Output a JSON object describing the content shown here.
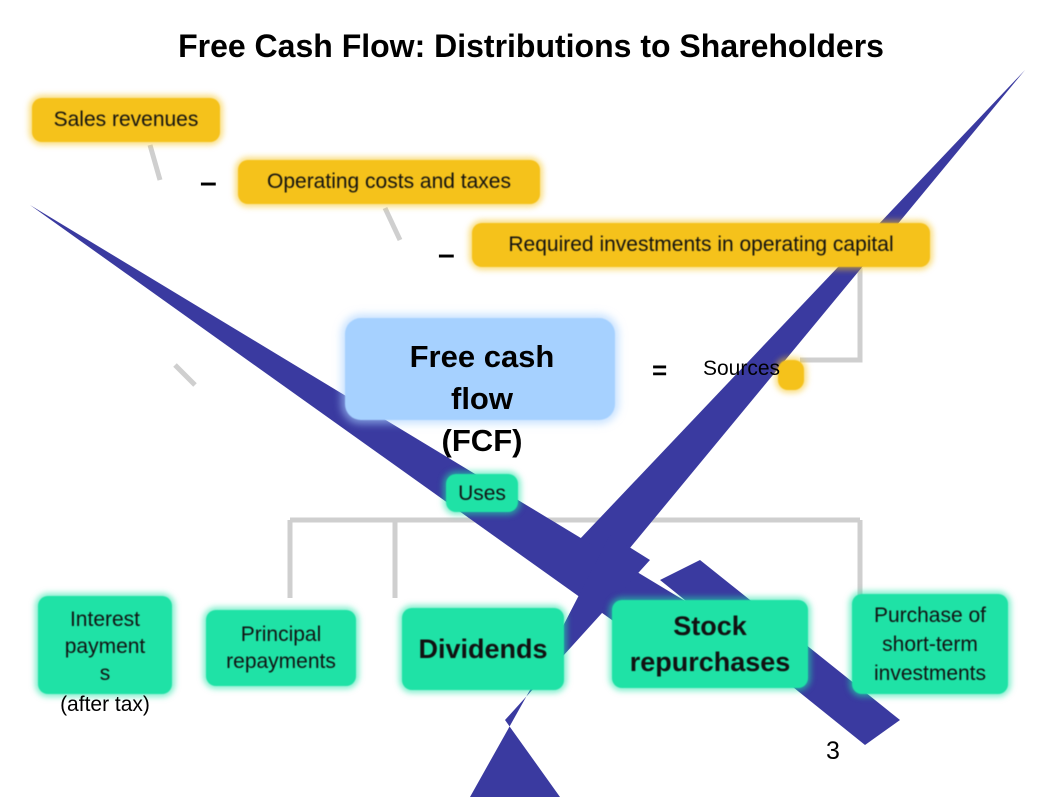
{
  "title": "Free Cash Flow: Distributions to Shareholders",
  "sources_boxes": {
    "sales": "Sales revenues",
    "operating": "Operating costs and taxes",
    "investments": "Required investments in operating capital"
  },
  "operators": {
    "minus1": "–",
    "minus2": "–",
    "equals": "="
  },
  "fcf": {
    "line1": "Free cash",
    "line2": "flow",
    "line3": "(FCF)"
  },
  "sources_label": "Sources",
  "uses_label": "Uses",
  "uses_boxes": {
    "interest_line1": "Interest",
    "interest_line2": "payment",
    "interest_line3": "s",
    "interest_line4": "(after tax)",
    "principal_line1": "Principal",
    "principal_line2": "repayments",
    "dividends": "Dividends",
    "stock_line1": "Stock",
    "stock_line2": "repurchases",
    "purchase_line1": "Purchase of",
    "purchase_line2": "short-term",
    "purchase_line3": "investments"
  },
  "page_number": "3",
  "colors": {
    "sources_box": "#f5c21b",
    "uses_box": "#1fe2a6",
    "fcf_box": "#a6d1ff",
    "watermark_x": "#3a3aa0",
    "connector": "#c9c9c9"
  }
}
